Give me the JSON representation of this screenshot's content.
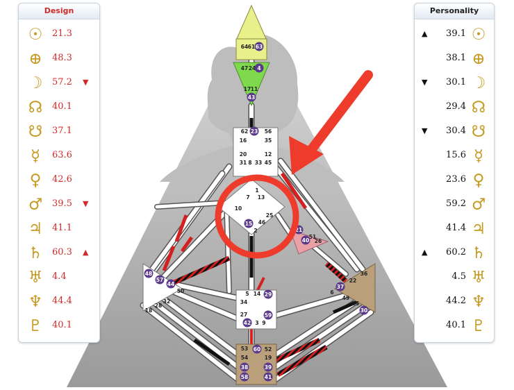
{
  "design_panel": {
    "title": "Design",
    "rows": [
      {
        "symbol": "☉",
        "value": "21.3",
        "marker": ""
      },
      {
        "symbol": "⊕",
        "value": "48.3",
        "marker": ""
      },
      {
        "symbol": "☽",
        "value": "57.2",
        "marker": "▼"
      },
      {
        "symbol": "☊",
        "value": "40.1",
        "marker": ""
      },
      {
        "symbol": "☋",
        "value": "37.1",
        "marker": ""
      },
      {
        "symbol": "☿",
        "value": "63.6",
        "marker": ""
      },
      {
        "symbol": "♀",
        "value": "42.6",
        "marker": ""
      },
      {
        "symbol": "♂",
        "value": "39.5",
        "marker": "▼"
      },
      {
        "symbol": "♃",
        "value": "41.1",
        "marker": ""
      },
      {
        "symbol": "♄",
        "value": "60.3",
        "marker": "▲"
      },
      {
        "symbol": "♅",
        "value": "4.4",
        "marker": ""
      },
      {
        "symbol": "♆",
        "value": "44.4",
        "marker": ""
      },
      {
        "symbol": "♇",
        "value": "40.1",
        "marker": ""
      }
    ]
  },
  "personality_panel": {
    "title": "Personality",
    "rows": [
      {
        "symbol": "☉",
        "value": "39.1",
        "marker": "▲"
      },
      {
        "symbol": "⊕",
        "value": "38.1",
        "marker": ""
      },
      {
        "symbol": "☽",
        "value": "30.1",
        "marker": "▼"
      },
      {
        "symbol": "☊",
        "value": "29.4",
        "marker": ""
      },
      {
        "symbol": "☋",
        "value": "30.4",
        "marker": "▼"
      },
      {
        "symbol": "☿",
        "value": "15.6",
        "marker": ""
      },
      {
        "symbol": "♀",
        "value": "23.6",
        "marker": ""
      },
      {
        "symbol": "♂",
        "value": "59.2",
        "marker": ""
      },
      {
        "symbol": "♃",
        "value": "41.4",
        "marker": ""
      },
      {
        "symbol": "♄",
        "value": "60.2",
        "marker": "▲"
      },
      {
        "symbol": "♅",
        "value": "4.5",
        "marker": ""
      },
      {
        "symbol": "♆",
        "value": "44.2",
        "marker": ""
      },
      {
        "symbol": "♇",
        "value": "40.1",
        "marker": ""
      }
    ]
  },
  "colors": {
    "design_red": "#d02a2a",
    "planet_gold": "#c69a21",
    "head_center": "#e7f08a",
    "ajna_center": "#7fd94d",
    "root_center": "#b9a07a",
    "solar_plexus_center": "#b9a07a",
    "heart_center": "#e9a0a6",
    "callout_arrow": "#ef3b2c",
    "gate_circle": "#5b3a8c"
  },
  "bodygraph": {
    "head": {
      "gates": [
        "64",
        "61",
        "63"
      ],
      "circled": "63"
    },
    "ajna": {
      "gates": [
        "47",
        "24",
        "4",
        "17",
        "11",
        "43"
      ],
      "circled": [
        "4",
        "43"
      ]
    },
    "throat": {
      "gates": [
        "62",
        "23",
        "56",
        "16",
        "35",
        "20",
        "31",
        "8",
        "33",
        "12",
        "45"
      ],
      "circled": [
        "23"
      ]
    },
    "g_center": {
      "gates": [
        "1",
        "7",
        "13",
        "10",
        "25",
        "15",
        "46",
        "2"
      ],
      "circled": [
        "15"
      ]
    },
    "heart": {
      "gates": [
        "21",
        "40",
        "51",
        "26"
      ],
      "circled": [
        "21",
        "40"
      ]
    },
    "spleen": {
      "gates": [
        "48",
        "57",
        "44",
        "50",
        "32",
        "28",
        "18"
      ],
      "circled": [
        "48",
        "57",
        "44"
      ]
    },
    "solar_plexus": {
      "gates": [
        "36",
        "22",
        "37",
        "6",
        "49",
        "55",
        "30"
      ],
      "circled": [
        "37",
        "30"
      ]
    },
    "sacral": {
      "gates": [
        "5",
        "14",
        "29",
        "34",
        "27",
        "59",
        "42",
        "3",
        "9"
      ],
      "circled": [
        "29",
        "59",
        "42"
      ]
    },
    "root": {
      "gates": [
        "53",
        "60",
        "52",
        "54",
        "19",
        "38",
        "39",
        "58",
        "41"
      ],
      "circled": [
        "60",
        "38",
        "39",
        "58",
        "41"
      ]
    }
  }
}
